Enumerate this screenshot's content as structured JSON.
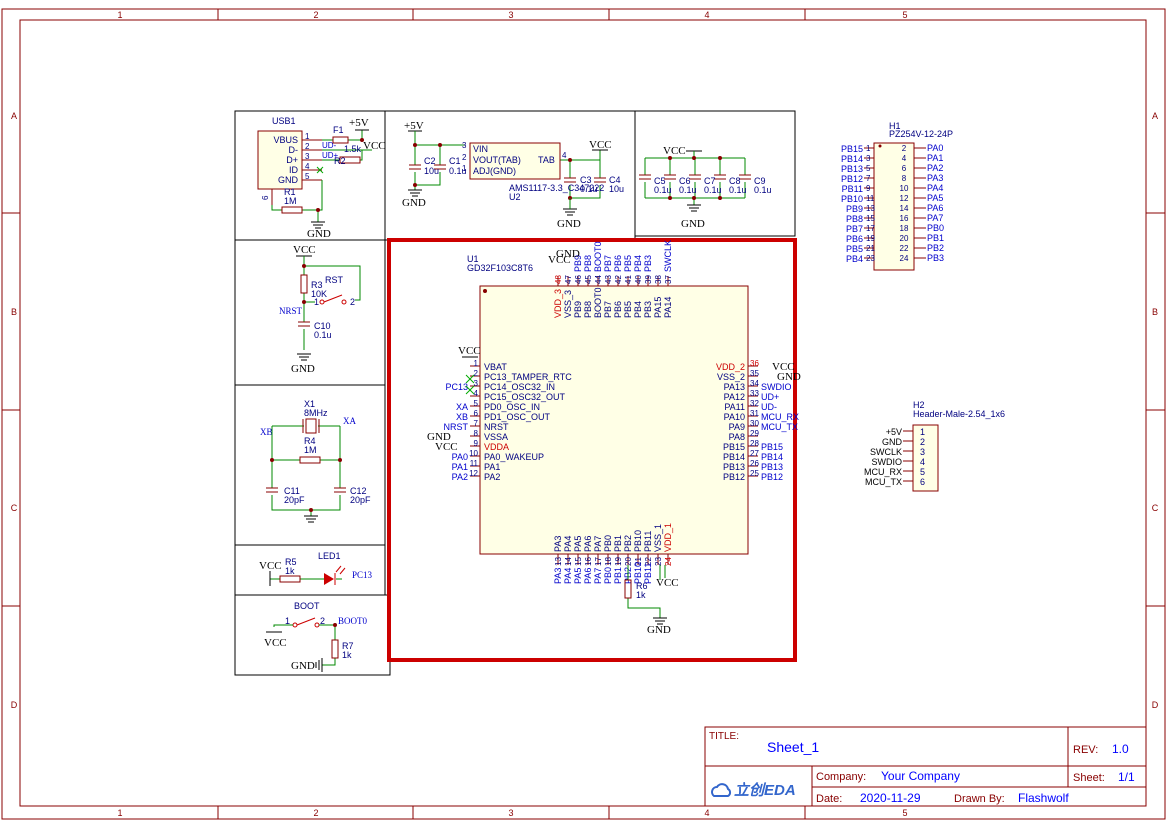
{
  "frame": {
    "columns": [
      "1",
      "2",
      "3",
      "4",
      "5"
    ],
    "rows": [
      "A",
      "B",
      "C",
      "D"
    ]
  },
  "title_block": {
    "title_label": "TITLE:",
    "title": "Sheet_1",
    "rev_label": "REV:",
    "rev": "1.0",
    "company_label": "Company:",
    "company": "Your Company",
    "sheet_label": "Sheet:",
    "sheet": "1/1",
    "date_label": "Date:",
    "date": "2020-11-29",
    "drawn_label": "Drawn By:",
    "drawn_by": "Flashwolf",
    "logo_text": "立创EDA",
    "logo_icon": "cloud-icon"
  },
  "usb_block": {
    "ref": "USB1",
    "pins": [
      "VBUS",
      "D-",
      "D+",
      "ID",
      "GND"
    ],
    "pin_nums": [
      "1",
      "2",
      "3",
      "4",
      "5",
      "6"
    ],
    "net_5v": "+5V",
    "vcc": "VCC",
    "f1": "F1",
    "ud_minus": "UD-",
    "ud_plus": "UD+",
    "r2": "R2",
    "r2_val": "1.5k",
    "r1": "R1",
    "r1_val": "1M",
    "gnd": "GND"
  },
  "ldo_block": {
    "net_5v": "+5V",
    "vcc": "VCC",
    "c2": "C2",
    "c2_val": "10u",
    "c1": "C1",
    "c1_val": "0.1u",
    "vin": "VIN",
    "vout": "VOUT(TAB)",
    "adj": "ADJ(GND)",
    "tab": "TAB",
    "pin1": "1",
    "pin3": "3",
    "pin2": "2",
    "pin4": "4",
    "c3": "C3",
    "c3_val": "0.1u",
    "c4": "C4",
    "c4_val": "10u",
    "part": "AMS1117-3.3_C347222",
    "ref": "U2",
    "gnd": "GND"
  },
  "decoupling": {
    "vcc": "VCC",
    "caps": [
      "C5",
      "C6",
      "C7",
      "C8",
      "C9"
    ],
    "value": "0.1u",
    "gnd": "GND"
  },
  "header1": {
    "ref": "H1",
    "part": "PZ254V-12-24P",
    "left_nets": [
      "PB15",
      "PB14",
      "PB13",
      "PB12",
      "PB11",
      "PB10",
      "PB9",
      "PB8",
      "PB7",
      "PB6",
      "PB5",
      "PB4"
    ],
    "left_pins": [
      "1",
      "3",
      "5",
      "7",
      "9",
      "11",
      "13",
      "15",
      "17",
      "19",
      "21",
      "23"
    ],
    "right_pins": [
      "2",
      "4",
      "6",
      "8",
      "10",
      "12",
      "14",
      "16",
      "18",
      "20",
      "22",
      "24"
    ],
    "right_nets": [
      "PA0",
      "PA1",
      "PA2",
      "PA3",
      "PA4",
      "PA5",
      "PA6",
      "PA7",
      "PB0",
      "PB1",
      "PB2",
      "PB3"
    ]
  },
  "header2": {
    "ref": "H2",
    "part": "Header-Male-2.54_1x6",
    "nets": [
      "+5V",
      "GND",
      "SWCLK",
      "SWDIO",
      "MCU_RX",
      "MCU_TX"
    ],
    "pins": [
      "1",
      "2",
      "3",
      "4",
      "5",
      "6"
    ]
  },
  "reset_block": {
    "vcc": "VCC",
    "r3": "R3",
    "r3_val": "10K",
    "rst": "RST",
    "nrst": "NRST",
    "pin1": "1",
    "pin2": "2",
    "c10": "C10",
    "c10_val": "0.1u",
    "gnd": "GND"
  },
  "crystal_block": {
    "x1": "X1",
    "x1_val": "8MHz",
    "xa": "XA",
    "xb": "XB",
    "r4": "R4",
    "r4_val": "1M",
    "c11": "C11",
    "c11_val": "20pF",
    "c12": "C12",
    "c12_val": "20pF"
  },
  "led_block": {
    "vcc": "VCC",
    "r5": "R5",
    "r5_val": "1k",
    "led": "LED1",
    "net": "PC13"
  },
  "boot_block": {
    "title": "BOOT",
    "pin1": "1",
    "pin2": "2",
    "net": "BOOT0",
    "vcc": "VCC",
    "gnd": "GND",
    "r7": "R7",
    "r7_val": "1k"
  },
  "mcu": {
    "ref": "U1",
    "part": "GD32F103C8T6",
    "left_pins": [
      {
        "num": "1",
        "name": "VBAT",
        "net": "VCC"
      },
      {
        "num": "2",
        "name": "PC13_TAMPER_RTC",
        "net": ""
      },
      {
        "num": "3",
        "name": "PC14_OSC32_IN",
        "net": "PC13"
      },
      {
        "num": "4",
        "name": "PC15_OSC32_OUT",
        "net": ""
      },
      {
        "num": "5",
        "name": "PD0_OSC_IN",
        "net": "XA"
      },
      {
        "num": "6",
        "name": "PD1_OSC_OUT",
        "net": "XB"
      },
      {
        "num": "7",
        "name": "NRST",
        "net": "NRST"
      },
      {
        "num": "8",
        "name": "VSSA",
        "net": "GND"
      },
      {
        "num": "9",
        "name": "VDDA",
        "net": "VCC"
      },
      {
        "num": "10",
        "name": "PA0_WAKEUP",
        "net": "PA0"
      },
      {
        "num": "11",
        "name": "PA1",
        "net": "PA1"
      },
      {
        "num": "12",
        "name": "PA2",
        "net": "PA2"
      }
    ],
    "right_pins": [
      {
        "num": "36",
        "name": "VDD_2",
        "net": "VCC"
      },
      {
        "num": "35",
        "name": "VSS_2",
        "net": "GND"
      },
      {
        "num": "34",
        "name": "PA13",
        "net": "SWDIO"
      },
      {
        "num": "33",
        "name": "PA12",
        "net": "UD+"
      },
      {
        "num": "32",
        "name": "PA11",
        "net": "UD-"
      },
      {
        "num": "31",
        "name": "PA10",
        "net": "MCU_RX"
      },
      {
        "num": "30",
        "name": "PA9",
        "net": "MCU_TX"
      },
      {
        "num": "29",
        "name": "PA8",
        "net": ""
      },
      {
        "num": "28",
        "name": "PB15",
        "net": "PB15"
      },
      {
        "num": "27",
        "name": "PB14",
        "net": "PB14"
      },
      {
        "num": "26",
        "name": "PB13",
        "net": "PB13"
      },
      {
        "num": "25",
        "name": "PB12",
        "net": "PB12"
      }
    ],
    "top_pins": [
      {
        "num": "48",
        "name": "VDD_3",
        "net": ""
      },
      {
        "num": "47",
        "name": "VSS_3",
        "net": "GND"
      },
      {
        "num": "46",
        "name": "PB9",
        "net": "PB9"
      },
      {
        "num": "45",
        "name": "PB8",
        "net": "PB8"
      },
      {
        "num": "44",
        "name": "BOOT0",
        "net": "BOOT0"
      },
      {
        "num": "43",
        "name": "PB7",
        "net": "PB7"
      },
      {
        "num": "42",
        "name": "PB6",
        "net": "PB6"
      },
      {
        "num": "41",
        "name": "PB5",
        "net": "PB5"
      },
      {
        "num": "40",
        "name": "PB4",
        "net": "PB4"
      },
      {
        "num": "39",
        "name": "PB3",
        "net": "PB3"
      },
      {
        "num": "38",
        "name": "PA15",
        "net": ""
      },
      {
        "num": "37",
        "name": "PA14",
        "net": "SWCLK"
      }
    ],
    "bottom_pins": [
      {
        "num": "13",
        "name": "PA3",
        "net": "PA3"
      },
      {
        "num": "14",
        "name": "PA4",
        "net": "PA4"
      },
      {
        "num": "15",
        "name": "PA5",
        "net": "PA5"
      },
      {
        "num": "16",
        "name": "PA6",
        "net": "PA6"
      },
      {
        "num": "17",
        "name": "PA7",
        "net": "PA7"
      },
      {
        "num": "18",
        "name": "PB0",
        "net": "PB0"
      },
      {
        "num": "19",
        "name": "PB1",
        "net": "PB1"
      },
      {
        "num": "20",
        "name": "PB2",
        "net": "PB2"
      },
      {
        "num": "21",
        "name": "PB10",
        "net": "PB10"
      },
      {
        "num": "22",
        "name": "PB11",
        "net": "PB11"
      },
      {
        "num": "23",
        "name": "VSS_1",
        "net": ""
      },
      {
        "num": "24",
        "name": "VDD_1",
        "net": ""
      }
    ],
    "vcc": "VCC",
    "gnd": "GND",
    "r6": "R6",
    "r6_val": "1k"
  },
  "colors": {
    "frame": "#880000",
    "wire": "#008800",
    "net_label": "#000080",
    "text": "#0000ff",
    "power_pin": "#cc0000",
    "highlight": "#cc0000"
  }
}
